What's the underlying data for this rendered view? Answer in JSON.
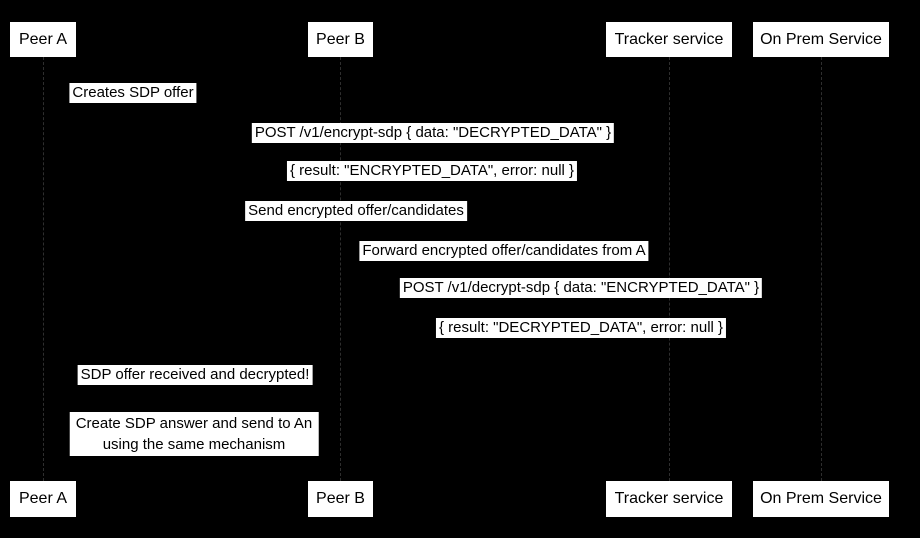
{
  "diagram": {
    "type": "sequence-diagram",
    "background_color": "#000000",
    "box_fill_color": "#ffffff",
    "text_color": "#000000",
    "lifeline_color": "#2e2e2e"
  },
  "participants": [
    {
      "label": "Peer A"
    },
    {
      "label": "Peer B"
    },
    {
      "label": "Tracker service"
    },
    {
      "label": "On Prem Service"
    }
  ],
  "messages": [
    {
      "text": "Creates SDP offer"
    },
    {
      "text": "POST /v1/encrypt-sdp { data: \"DECRYPTED_DATA\" }"
    },
    {
      "text": "{ result: \"ENCRYPTED_DATA\", error: null }"
    },
    {
      "text": "Send encrypted offer/candidates"
    },
    {
      "text": "Forward encrypted offer/candidates from A"
    },
    {
      "text": "POST /v1/decrypt-sdp { data: \"ENCRYPTED_DATA\" }"
    },
    {
      "text": "{ result: \"DECRYPTED_DATA\", error: null }"
    },
    {
      "text": "SDP offer received and decrypted!"
    }
  ],
  "note": {
    "line1": "Create SDP answer and send to An",
    "line2": "using the same mechanism"
  }
}
